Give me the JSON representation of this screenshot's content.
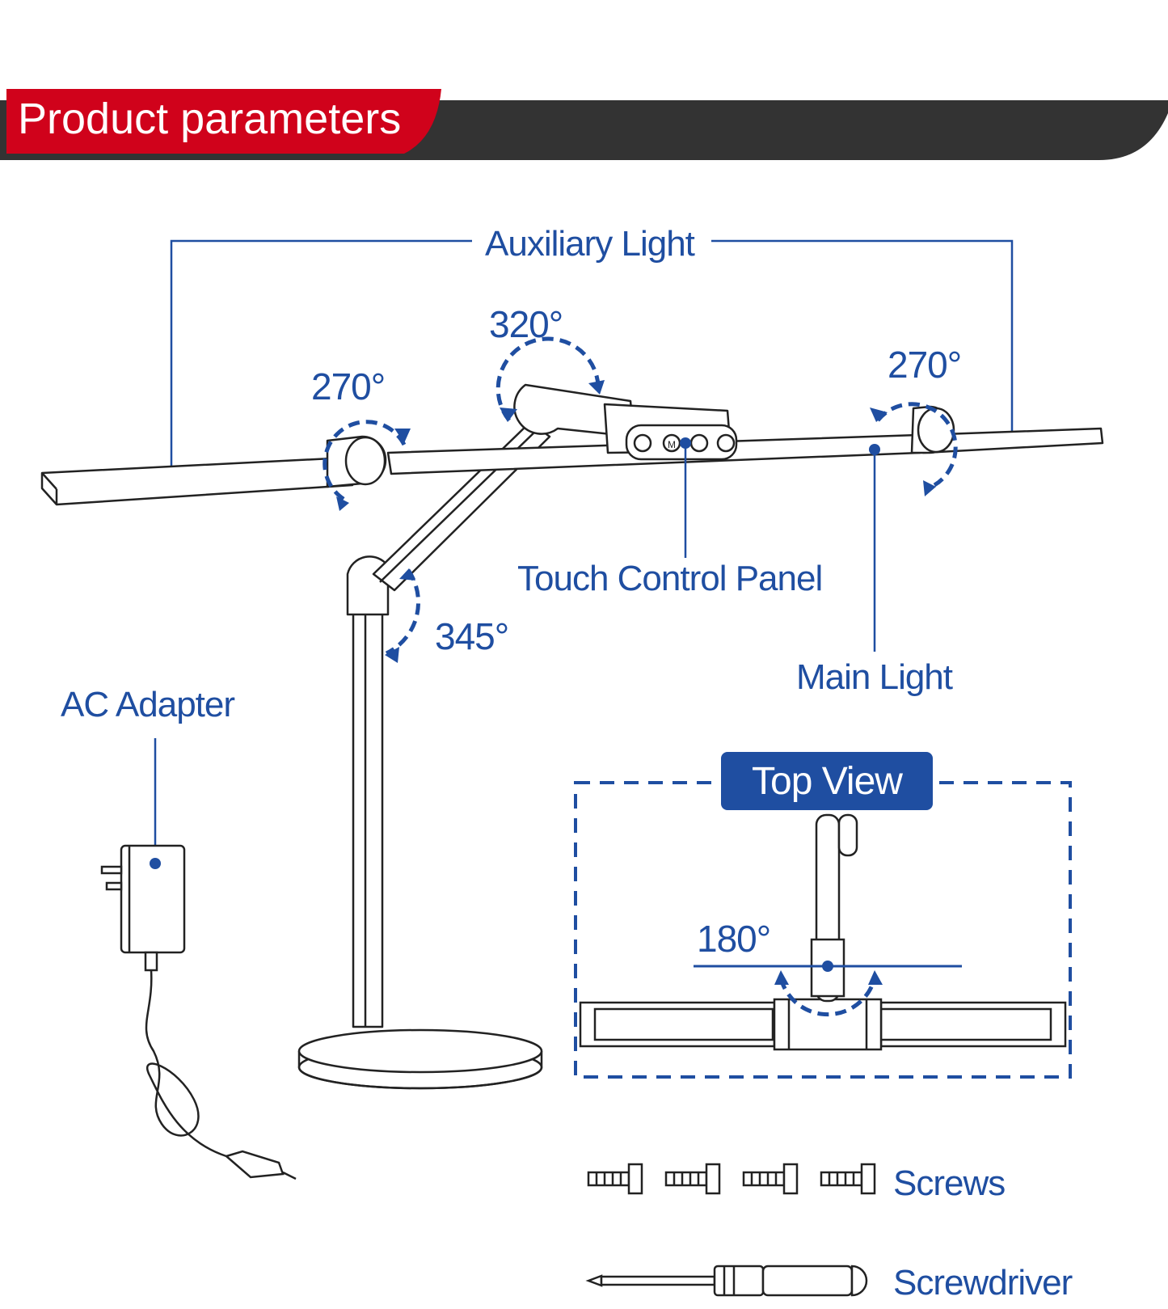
{
  "banner": {
    "title": "Product parameters"
  },
  "labels": {
    "auxiliary_light": "Auxiliary Light",
    "rot_left": "270°",
    "rot_center": "320°",
    "rot_right": "270°",
    "rot_arm": "345°",
    "touch_control_panel": "Touch Control Panel",
    "main_light": "Main Light",
    "ac_adapter": "AC Adapter",
    "top_view": "Top View",
    "top_view_angle": "180°",
    "screws": "Screws",
    "screwdriver": "Screwdriver"
  },
  "colors": {
    "accent_blue": "#1f4ea1",
    "banner_red": "#d0021b",
    "banner_dark": "#333333",
    "line_art": "#222222"
  }
}
